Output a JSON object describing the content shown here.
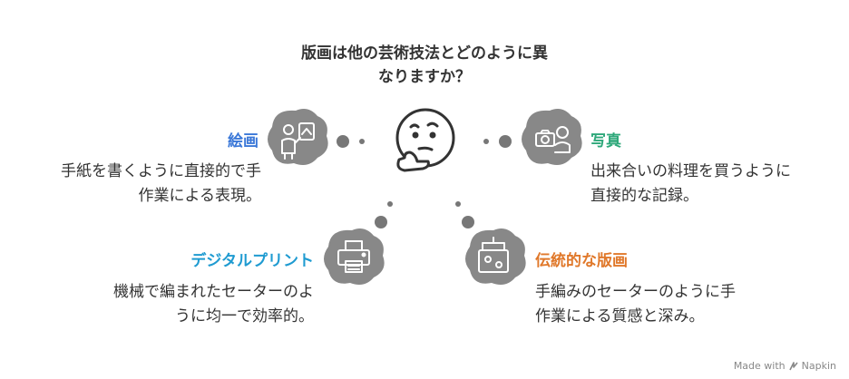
{
  "title": {
    "line1": "版画は他の芸術技法とどのように異",
    "line2": "なりますか？"
  },
  "items": [
    {
      "heading": "絵画",
      "color": "#3b78d8",
      "lines": [
        "手紙を書くように直接的で手",
        "作業による表現。"
      ],
      "icon": "painter-icon"
    },
    {
      "heading": "写真",
      "color": "#2ea87a",
      "lines": [
        "出来合いの料理を買うように",
        "直接的な記録。"
      ],
      "icon": "photographer-icon"
    },
    {
      "heading": "デジタルプリント",
      "color": "#1f9bd1",
      "lines": [
        "機械で編まれたセーターのよ",
        "うに均一で効率的。"
      ],
      "icon": "printer-icon"
    },
    {
      "heading": "伝統的な版画",
      "color": "#e0782a",
      "lines": [
        "手編みのセーターのように手",
        "作業による質感と深み。"
      ],
      "icon": "printing-press-icon"
    }
  ],
  "center_icon": "thinking-face-icon",
  "footer": {
    "made_with": "Made with",
    "brand": "Napkin"
  }
}
